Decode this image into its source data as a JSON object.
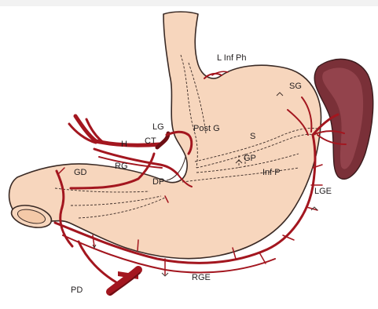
{
  "labels": {
    "l_inf_ph": "L Inf Ph",
    "sg": "SG",
    "post_g": "Post G",
    "lg": "LG",
    "ct": "CT",
    "h": "H",
    "s": "S",
    "gp": "GP",
    "rg": "RG",
    "gd": "GD",
    "dp": "DP",
    "inf_p": "Inf P",
    "lge": "LGE",
    "pd": "PD",
    "rge": "RGE"
  },
  "colors": {
    "stomach_fill": "#f7d6bd",
    "outline": "#3a2a25",
    "artery": "#a3161f",
    "artery_dark": "#6d0e14",
    "spleen": "#7a3038",
    "spleen_light": "#a7535c"
  }
}
